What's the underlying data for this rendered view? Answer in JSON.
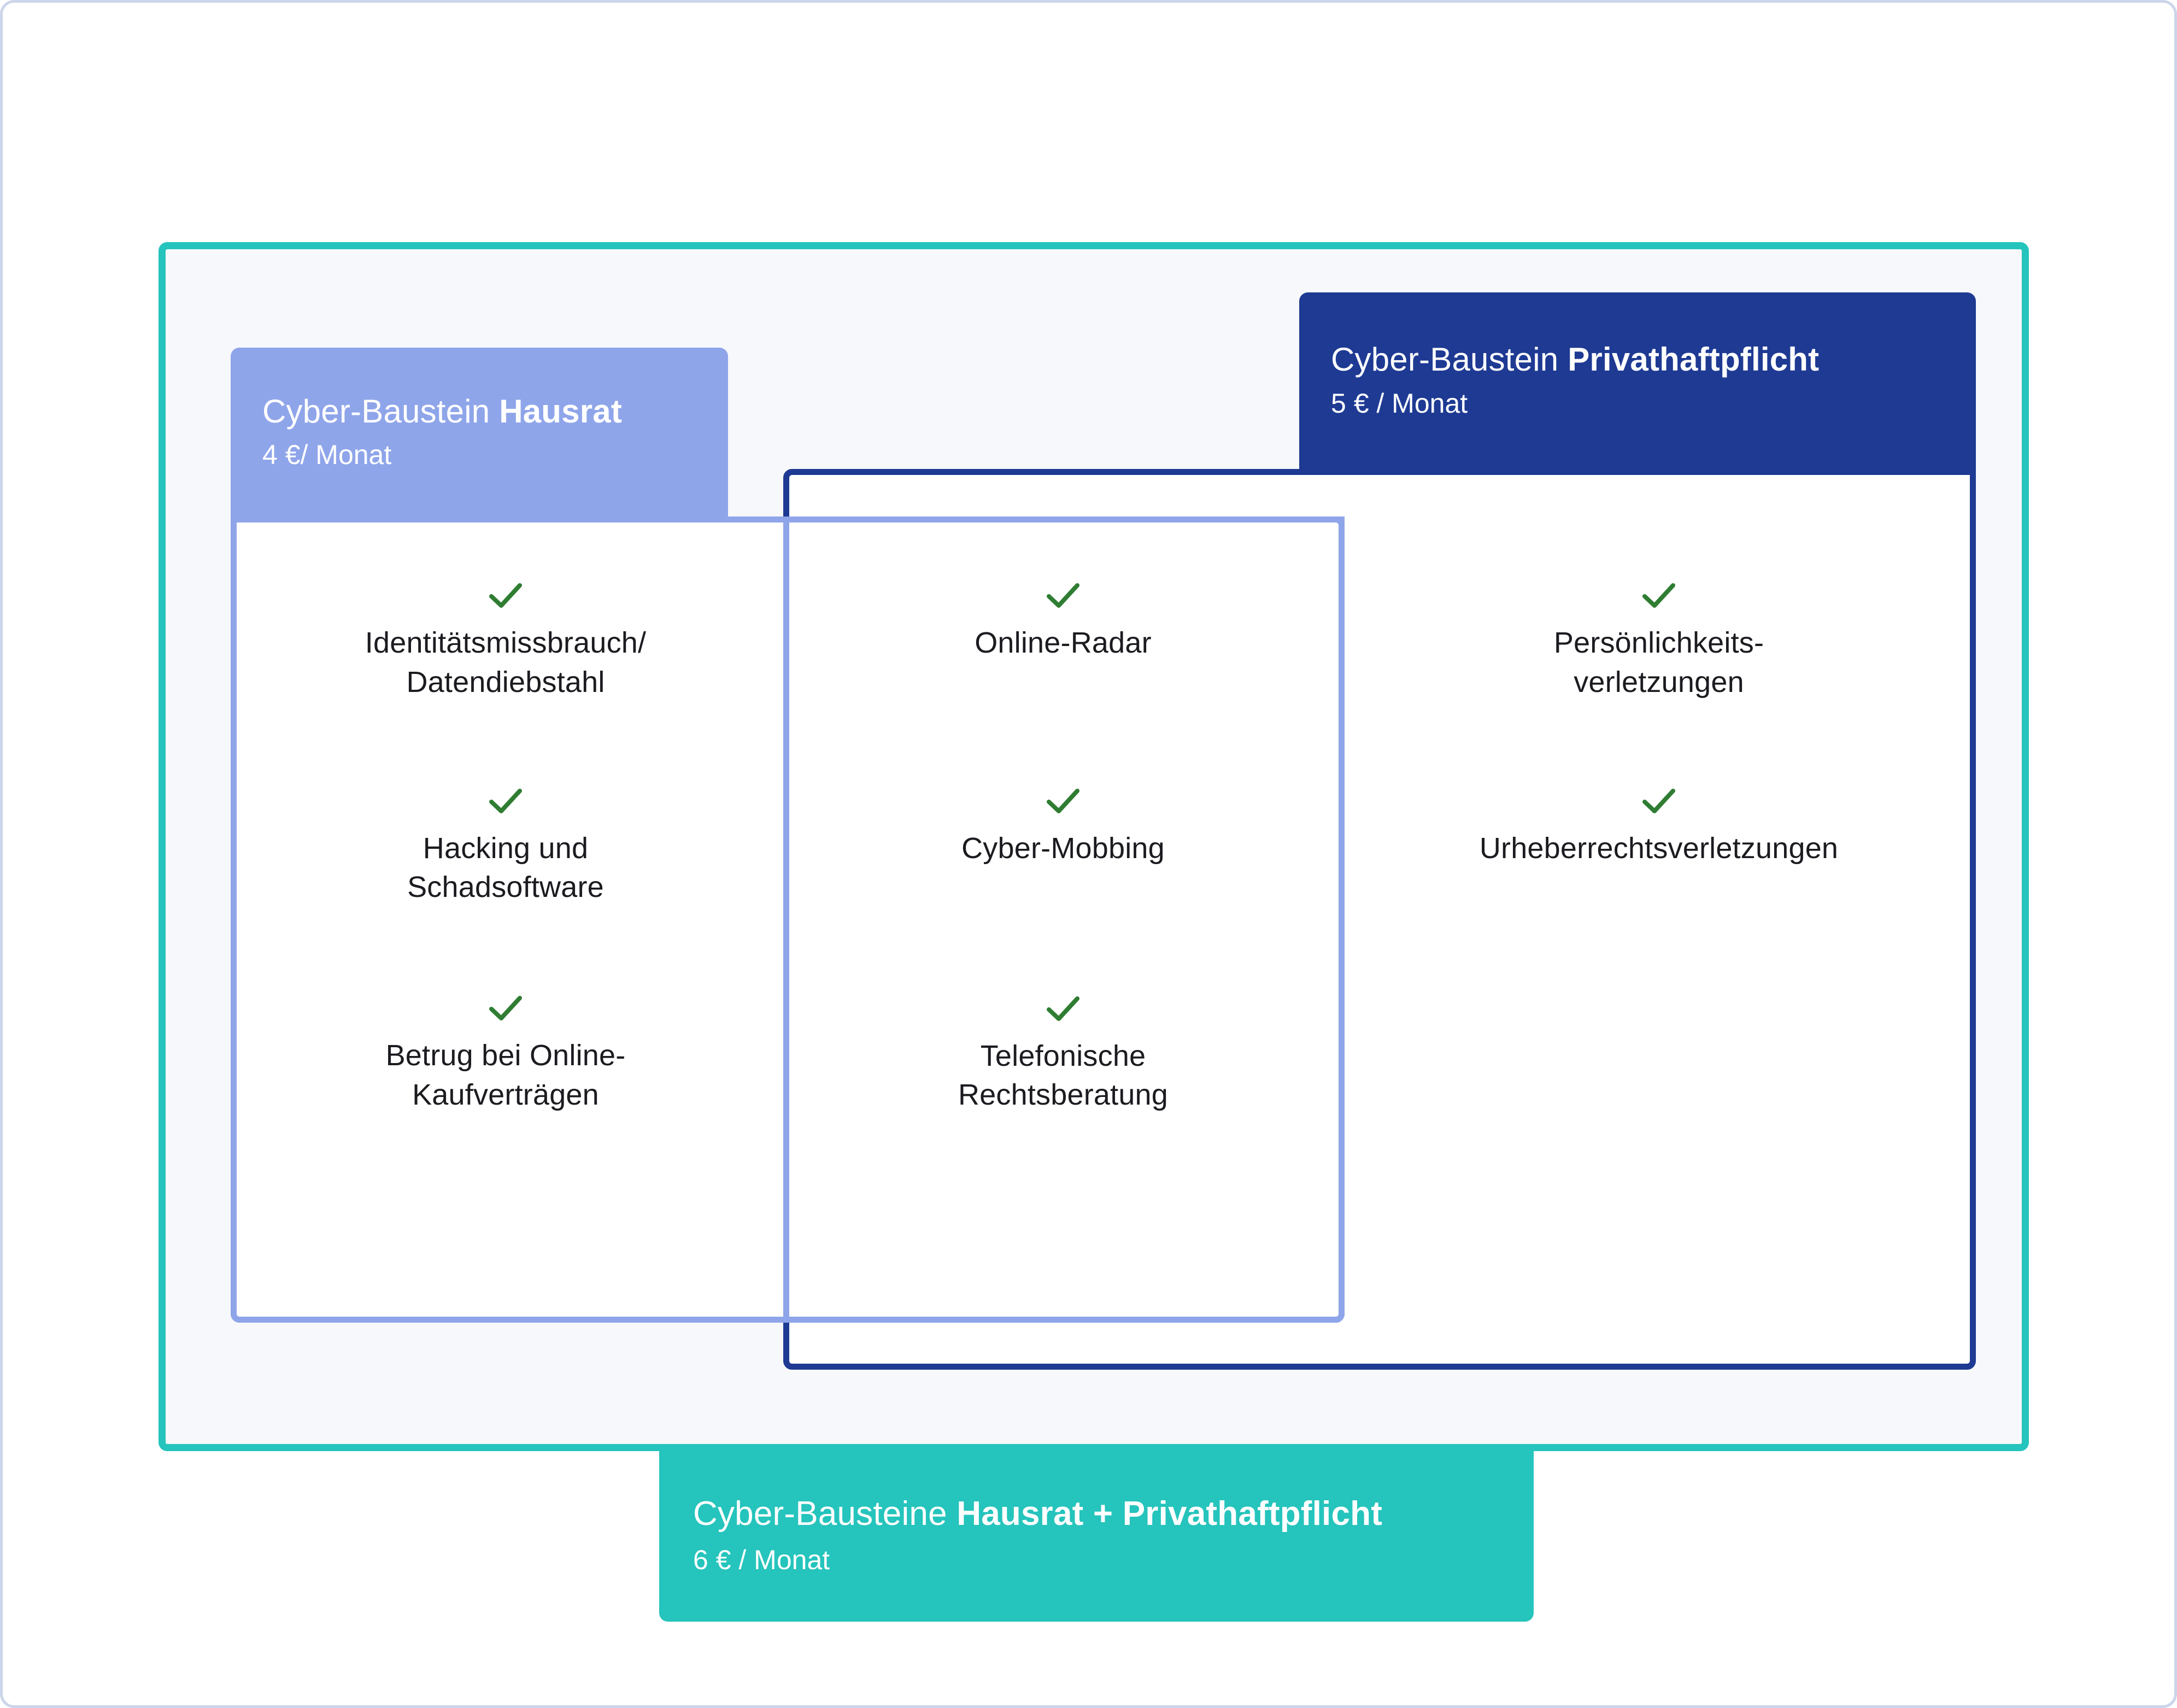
{
  "colors": {
    "teal": "#25c4bc",
    "light_purple": "#8fa5ea",
    "navy": "#1e3a93",
    "check_green": "#2f7d32",
    "panel_bg": "#f7f8fb",
    "text": "#1b1b20"
  },
  "cards": {
    "hausrat": {
      "title_prefix": "Cyber-Baustein ",
      "title_strong": "Hausrat",
      "price": "4 €/ Monat"
    },
    "privathaftpflicht": {
      "title_prefix": "Cyber-Baustein ",
      "title_strong": "Privathaftpflicht",
      "price": "5 € / Monat"
    },
    "combo": {
      "title_prefix": "Cyber-Bausteine  ",
      "title_strong": "Hausrat + Privathaftpflicht",
      "price": "6 € / Monat"
    }
  },
  "columns": {
    "hausrat_only": {
      "name": "Cyber-Baustein Hausrat",
      "items": [
        {
          "icon": "check-icon",
          "label": "Identitätsmissbrauch/\nDatendiebstahl"
        },
        {
          "icon": "check-icon",
          "label": "Hacking und\nSchadsoftware"
        },
        {
          "icon": "check-icon",
          "label": "Betrug bei Online-\nKaufverträgen"
        }
      ]
    },
    "shared": {
      "name": "Hausrat + Privathaftpflicht",
      "items": [
        {
          "icon": "check-icon",
          "label": "Online-Radar"
        },
        {
          "icon": "check-icon",
          "label": "Cyber-Mobbing"
        },
        {
          "icon": "check-icon",
          "label": "Telefonische\nRechtsberatung"
        }
      ]
    },
    "privathaftpflicht_only": {
      "name": "Cyber-Baustein Privathaftpflicht",
      "items": [
        {
          "icon": "check-icon",
          "label": "Persönlichkeits-\nverletzungen"
        },
        {
          "icon": "check-icon",
          "label": "Urheberrechtsverletzungen"
        }
      ]
    }
  }
}
